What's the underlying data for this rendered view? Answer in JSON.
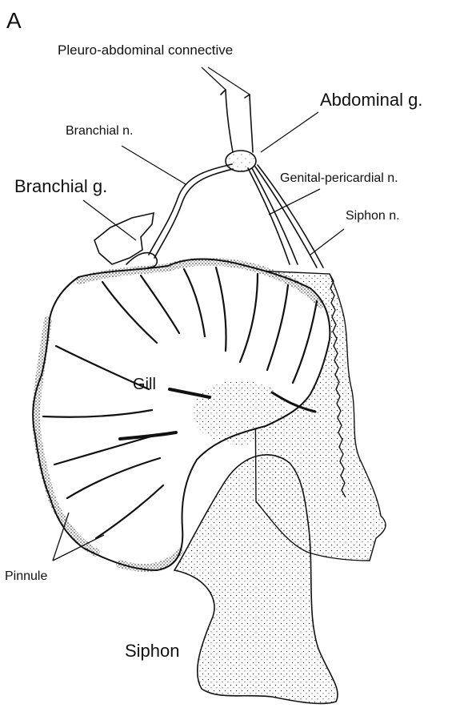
{
  "figure": {
    "panel_letter": "A",
    "labels": {
      "pleuro_abdominal": "Pleuro-abdominal connective",
      "abdominal_ganglion": "Abdominal g.",
      "branchial_nerve": "Branchial n.",
      "genital_pericardial": "Genital-pericardial n.",
      "branchial_ganglion": "Branchial g.",
      "siphon_nerve": "Siphon n.",
      "gill": "Gill",
      "pinnule": "Pinnule",
      "siphon": "Siphon"
    }
  },
  "colors": {
    "ink": "#111111",
    "paper": "#ffffff"
  }
}
